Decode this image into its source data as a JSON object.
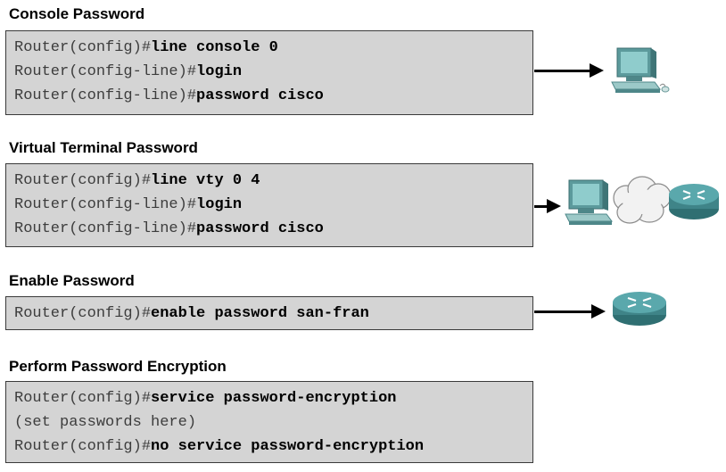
{
  "sections": [
    {
      "title": "Console Password",
      "lines": [
        {
          "prompt": "Router(config)#",
          "command": "line console 0"
        },
        {
          "prompt": "Router(config-line)#",
          "command": "login"
        },
        {
          "prompt": "Router(config-line)#",
          "command": "password cisco"
        }
      ],
      "target_icon": "pc-workstation-icon"
    },
    {
      "title": "Virtual Terminal Password",
      "lines": [
        {
          "prompt": "Router(config)#",
          "command": "line vty 0 4"
        },
        {
          "prompt": "Router(config-line)#",
          "command": "login"
        },
        {
          "prompt": "Router(config-line)#",
          "command": "password cisco"
        }
      ],
      "target_icon": "pc-cloud-router-icon"
    },
    {
      "title": "Enable Password",
      "lines": [
        {
          "prompt": "Router(config)#",
          "command": "enable password san-fran"
        }
      ],
      "target_icon": "router-icon"
    },
    {
      "title": "Perform Password Encryption",
      "lines": [
        {
          "prompt": "Router(config)#",
          "command": "service password-encryption"
        },
        {
          "prompt": "(set passwords here)",
          "command": ""
        },
        {
          "prompt": "Router(config)#",
          "command": "no service password-encryption"
        }
      ]
    }
  ],
  "colors": {
    "box_fill": "#d4d4d4",
    "router_teal": "#4a9aa0",
    "pc_teal": "#6fb0b0"
  }
}
